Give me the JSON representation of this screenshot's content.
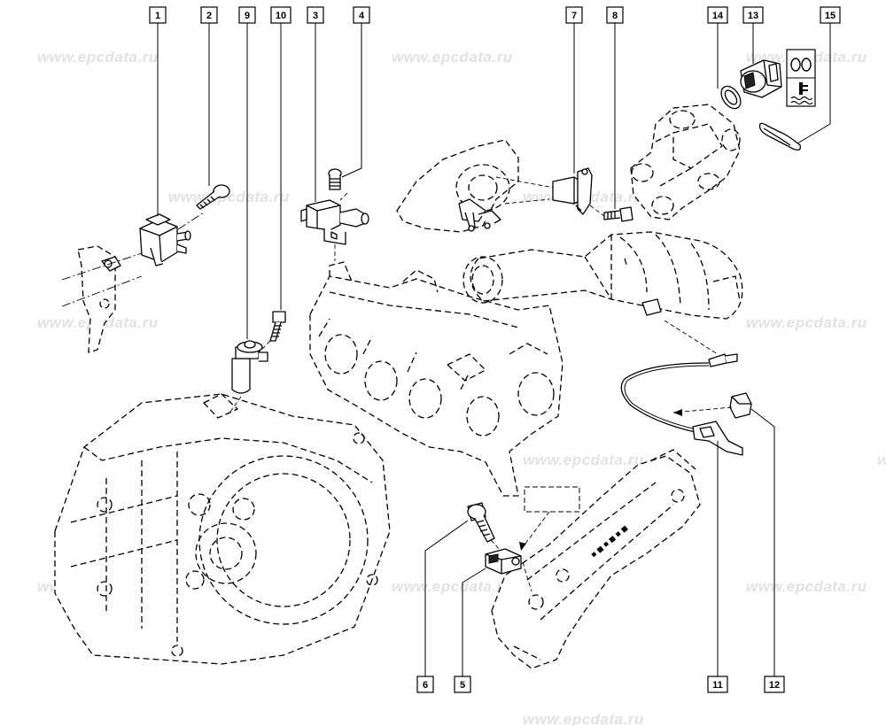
{
  "watermark": {
    "text": "www.epcdata.ru"
  },
  "callouts": [
    {
      "id": "c1",
      "label": "1"
    },
    {
      "id": "c2",
      "label": "2"
    },
    {
      "id": "c9",
      "label": "9"
    },
    {
      "id": "c10",
      "label": "10"
    },
    {
      "id": "c3",
      "label": "3"
    },
    {
      "id": "c4",
      "label": "4"
    },
    {
      "id": "c7",
      "label": "7"
    },
    {
      "id": "c8",
      "label": "8"
    },
    {
      "id": "c14",
      "label": "14"
    },
    {
      "id": "c13",
      "label": "13"
    },
    {
      "id": "c15",
      "label": "15"
    },
    {
      "id": "c6",
      "label": "6"
    },
    {
      "id": "c5",
      "label": "5"
    },
    {
      "id": "c11",
      "label": "11"
    },
    {
      "id": "c12",
      "label": "12"
    }
  ],
  "icons": {
    "coolant_symbol": "coolant-temperature-icon",
    "oring_symbol": "o-ring-icon"
  },
  "colors": {
    "line": "#000000",
    "background": "#ffffff",
    "watermark": "#e2e2e2"
  }
}
